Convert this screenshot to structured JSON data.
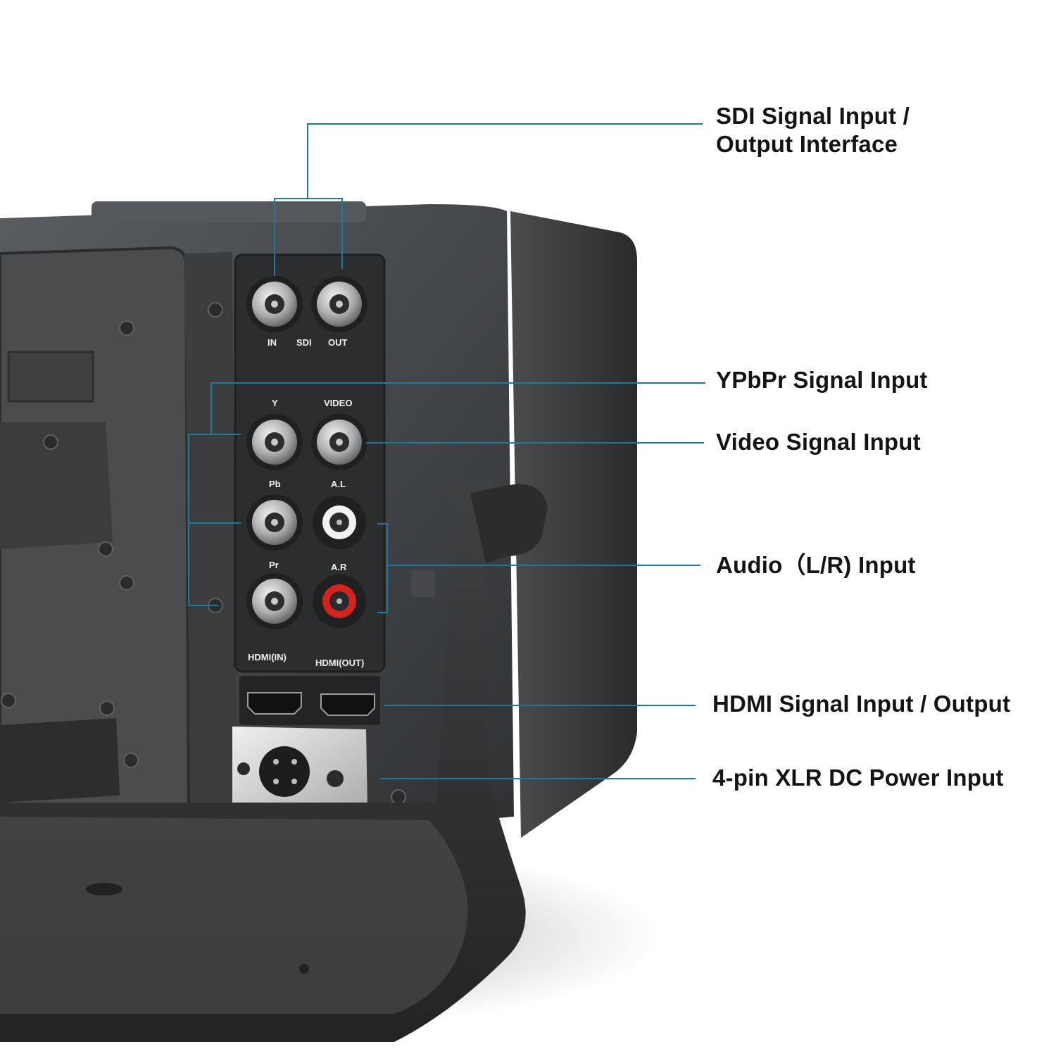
{
  "callouts": {
    "sdi": {
      "line1": "SDI Signal Input /",
      "line2": "Output Interface"
    },
    "ypbpr": "YPbPr Signal Input",
    "video": "Video Signal Input",
    "audio": "Audio（L/R) Input",
    "hdmi": "HDMI Signal Input / Output",
    "power": "4-pin XLR DC Power Input"
  },
  "panel_labels": {
    "sdi_in": "IN",
    "sdi": "SDI",
    "sdi_out": "OUT",
    "y": "Y",
    "video": "VIDEO",
    "pb": "Pb",
    "al": "A.L",
    "pr": "Pr",
    "ar": "A.R",
    "hdmi_in": "HDMI(IN)",
    "hdmi_out": "HDMI(OUT)"
  },
  "colors": {
    "leader_line": "#1b7aa0",
    "body_dark": "#3c3e40",
    "audio_right_ring": "#d4231a"
  }
}
